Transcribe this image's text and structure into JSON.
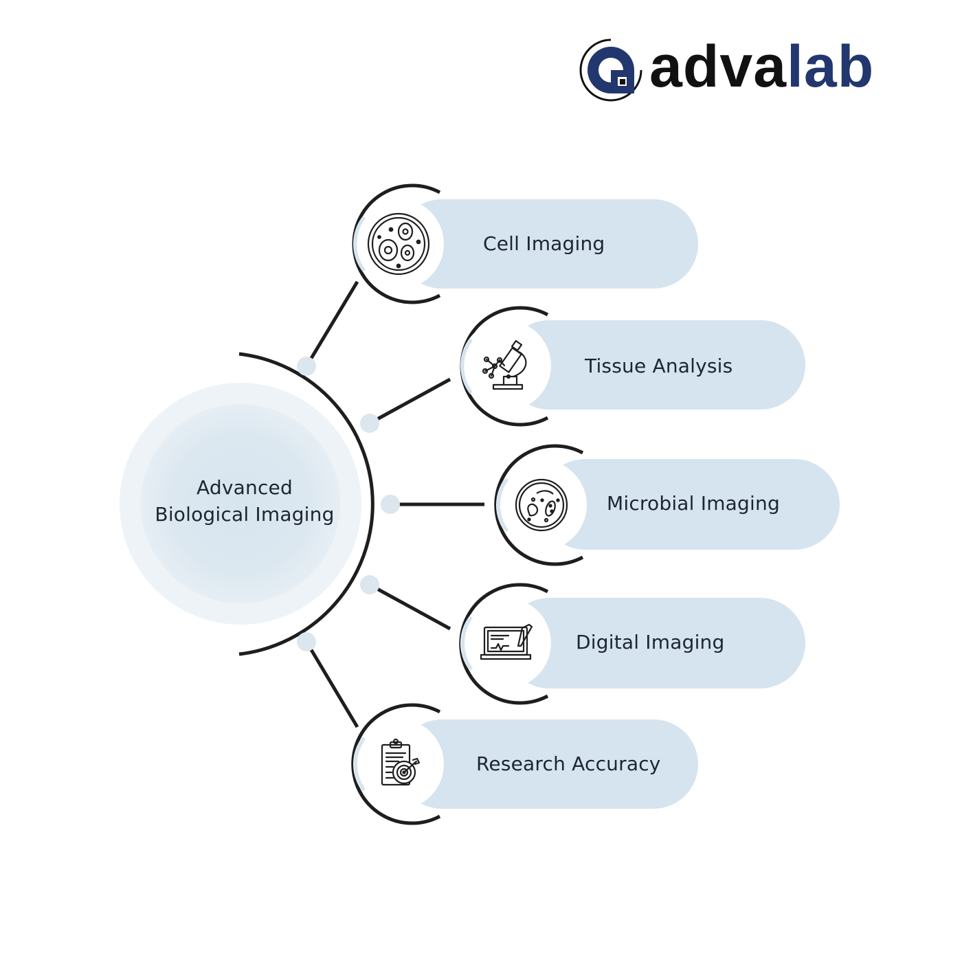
{
  "brand": {
    "name_dark": "adva",
    "name_accent": "lab",
    "colors": {
      "dark": "#111111",
      "accent": "#22376e"
    }
  },
  "center": {
    "line1": "Advanced",
    "line2": "Biological Imaging"
  },
  "items": [
    {
      "label": "Cell Imaging",
      "icon": "cell-icon"
    },
    {
      "label": "Tissue Analysis",
      "icon": "microscope-icon"
    },
    {
      "label": "Microbial Imaging",
      "icon": "petri-dish-icon"
    },
    {
      "label": "Digital Imaging",
      "icon": "laptop-icon"
    },
    {
      "label": "Research Accuracy",
      "icon": "clipboard-target-icon"
    }
  ],
  "colors": {
    "pill": "#d5e4ee",
    "outline": "#1e1e1e",
    "node": "#dbe6ee",
    "center_outer": "#eef3f7",
    "center_inner": "#dce8f0"
  }
}
